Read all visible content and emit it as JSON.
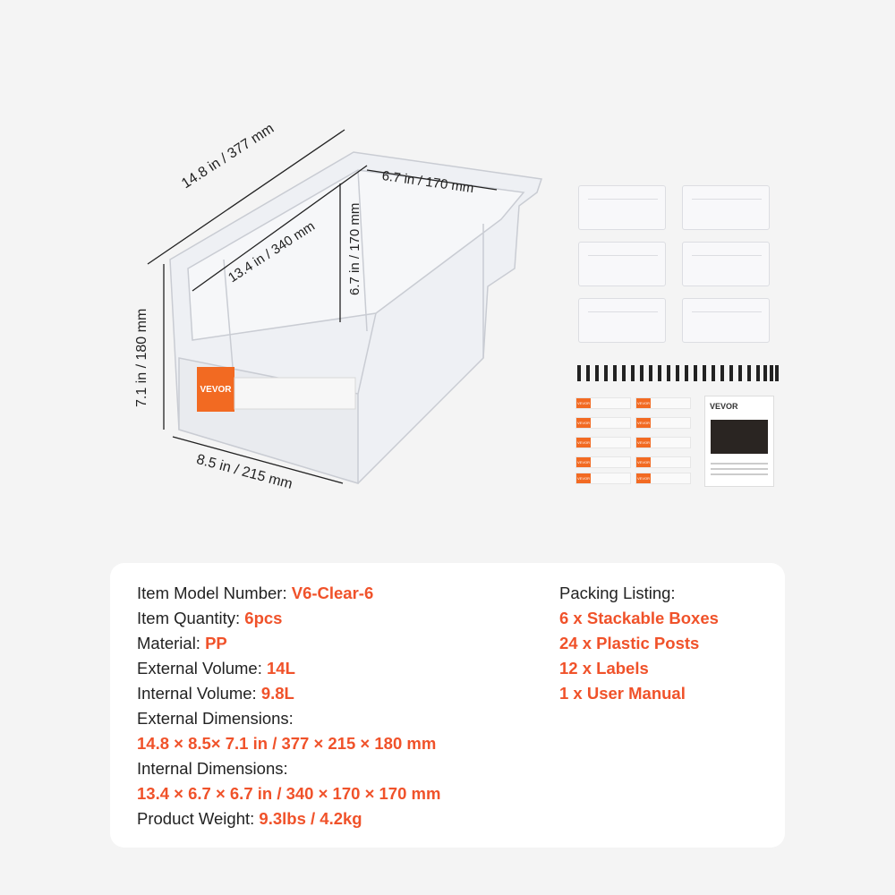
{
  "brand": "VEVOR",
  "colors": {
    "accent": "#f0522a",
    "label_orange": "#f26a22",
    "background": "#f4f4f4"
  },
  "dimensions": {
    "length": "14.8 in / 377 mm",
    "inner_length": "13.4 in / 340 mm",
    "inner_width": "6.7 in / 170 mm",
    "inner_height": "6.7 in / 170 mm",
    "height": "7.1 in / 180 mm",
    "width": "8.5 in / 215 mm"
  },
  "specs": [
    {
      "label": "Item Model Number: ",
      "value": "V6-Clear-6"
    },
    {
      "label": "Item Quantity: ",
      "value": "6pcs"
    },
    {
      "label": "Material: ",
      "value": "PP"
    },
    {
      "label": "External Volume: ",
      "value": "14L"
    },
    {
      "label": "Internal Volume: ",
      "value": "9.8L"
    },
    {
      "label": "External Dimensions:",
      "value": ""
    },
    {
      "label": "",
      "value": "14.8 × 8.5× 7.1 in / 377 × 215 × 180 mm"
    },
    {
      "label": "Internal Dimensions:",
      "value": ""
    },
    {
      "label": "",
      "value": "13.4 × 6.7 × 6.7 in / 340 × 170 × 170 mm"
    },
    {
      "label": "Product Weight: ",
      "value": "9.3lbs / 4.2kg"
    }
  ],
  "packing": {
    "title": "Packing Listing:",
    "items": [
      "6 x Stackable Boxes",
      "24 x Plastic Posts",
      "12 x Labels",
      "1 x User Manual"
    ]
  }
}
